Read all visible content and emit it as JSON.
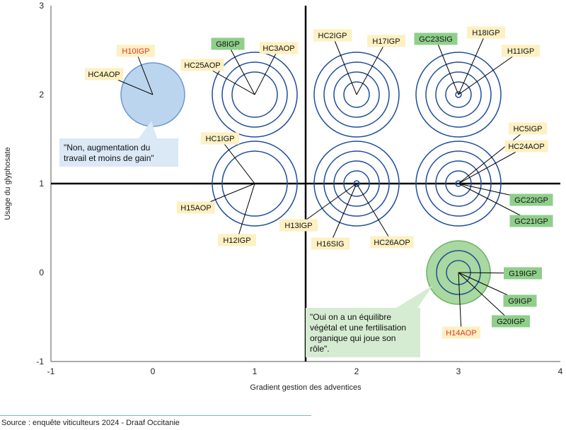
{
  "chart_data": {
    "type": "scatter",
    "xlabel": "Gradient gestion des adventices",
    "ylabel": "Usage du glyphosate",
    "xlim": [
      -1,
      4
    ],
    "ylim": [
      -1,
      3
    ],
    "x_ticks": [
      "-1",
      "0",
      "1",
      "2",
      "3",
      "4"
    ],
    "y_ticks": [
      "-1",
      "0",
      "1",
      "2",
      "3"
    ],
    "reference_lines": {
      "x": 1.5,
      "y": 1
    },
    "colors": {
      "ring": "#1f4e9c",
      "label_bg_default": "#fdf0c2",
      "label_bg_green": "#8fcf8a",
      "label_text_red": "#e8312a",
      "fill_blue": "#bcd5ef",
      "fill_green": "#a9d8a0"
    },
    "groups": [
      {
        "x": 0,
        "y": 2,
        "rings": 1,
        "fill": "blue"
      },
      {
        "x": 1,
        "y": 2,
        "rings": 3
      },
      {
        "x": 2,
        "y": 2,
        "rings": 4
      },
      {
        "x": 3,
        "y": 2,
        "rings": 5
      },
      {
        "x": 1,
        "y": 1,
        "rings": 2
      },
      {
        "x": 2,
        "y": 1,
        "rings": 5
      },
      {
        "x": 3,
        "y": 1,
        "rings": 5
      },
      {
        "x": 3,
        "y": 0,
        "rings": 3,
        "fill": "green"
      }
    ],
    "points": [
      {
        "label": "H10IGP",
        "x": 0,
        "y": 2,
        "style": "red"
      },
      {
        "label": "HC4AOP",
        "x": 0,
        "y": 2,
        "style": "default"
      },
      {
        "label": "G8IGP",
        "x": 1,
        "y": 2,
        "style": "green"
      },
      {
        "label": "HC3AOP",
        "x": 1,
        "y": 2,
        "style": "default"
      },
      {
        "label": "HC25AOP",
        "x": 1,
        "y": 2,
        "style": "default"
      },
      {
        "label": "HC2IGP",
        "x": 2,
        "y": 2,
        "style": "default"
      },
      {
        "label": "H17IGP",
        "x": 2,
        "y": 2,
        "style": "default"
      },
      {
        "label": "GC23SIG",
        "x": 3,
        "y": 2,
        "style": "green"
      },
      {
        "label": "H18IGP",
        "x": 3,
        "y": 2,
        "style": "default"
      },
      {
        "label": "H11IGP",
        "x": 3,
        "y": 2,
        "style": "default"
      },
      {
        "label": "HC1IGP",
        "x": 1,
        "y": 1,
        "style": "default"
      },
      {
        "label": "H15AOP",
        "x": 1,
        "y": 1,
        "style": "default"
      },
      {
        "label": "H12IGP",
        "x": 1,
        "y": 1,
        "style": "default"
      },
      {
        "label": "H13IGP",
        "x": 2,
        "y": 1,
        "style": "default"
      },
      {
        "label": "H16SIG",
        "x": 2,
        "y": 1,
        "style": "default"
      },
      {
        "label": "HC26AOP",
        "x": 2,
        "y": 1,
        "style": "default"
      },
      {
        "label": "HC5IGP",
        "x": 3,
        "y": 1,
        "style": "default"
      },
      {
        "label": "HC24AOP",
        "x": 3,
        "y": 1,
        "style": "default"
      },
      {
        "label": "GC22IGP",
        "x": 3,
        "y": 1,
        "style": "green"
      },
      {
        "label": "GC21IGP",
        "x": 3,
        "y": 1,
        "style": "green"
      },
      {
        "label": "G19IGP",
        "x": 3,
        "y": 0,
        "style": "green"
      },
      {
        "label": "G9IGP",
        "x": 3,
        "y": 0,
        "style": "green"
      },
      {
        "label": "G20IGP",
        "x": 3,
        "y": 0,
        "style": "green"
      },
      {
        "label": "H14AOP",
        "x": 3,
        "y": 0,
        "style": "red"
      }
    ],
    "annotations": [
      {
        "lines": [
          "\"Non, augmentation du",
          "travail et moins de gain\""
        ],
        "target_x": 0,
        "target_y": 2,
        "color": "blue"
      },
      {
        "lines": [
          "\"Oui on a un équilibre",
          "végétal et une fertilisation",
          "organique qui joue son",
          "rôle\"."
        ],
        "target_x": 3,
        "target_y": 0,
        "color": "green"
      }
    ]
  },
  "source": "Source : enquête viticulteurs 2024 - Draaf Occitanie"
}
